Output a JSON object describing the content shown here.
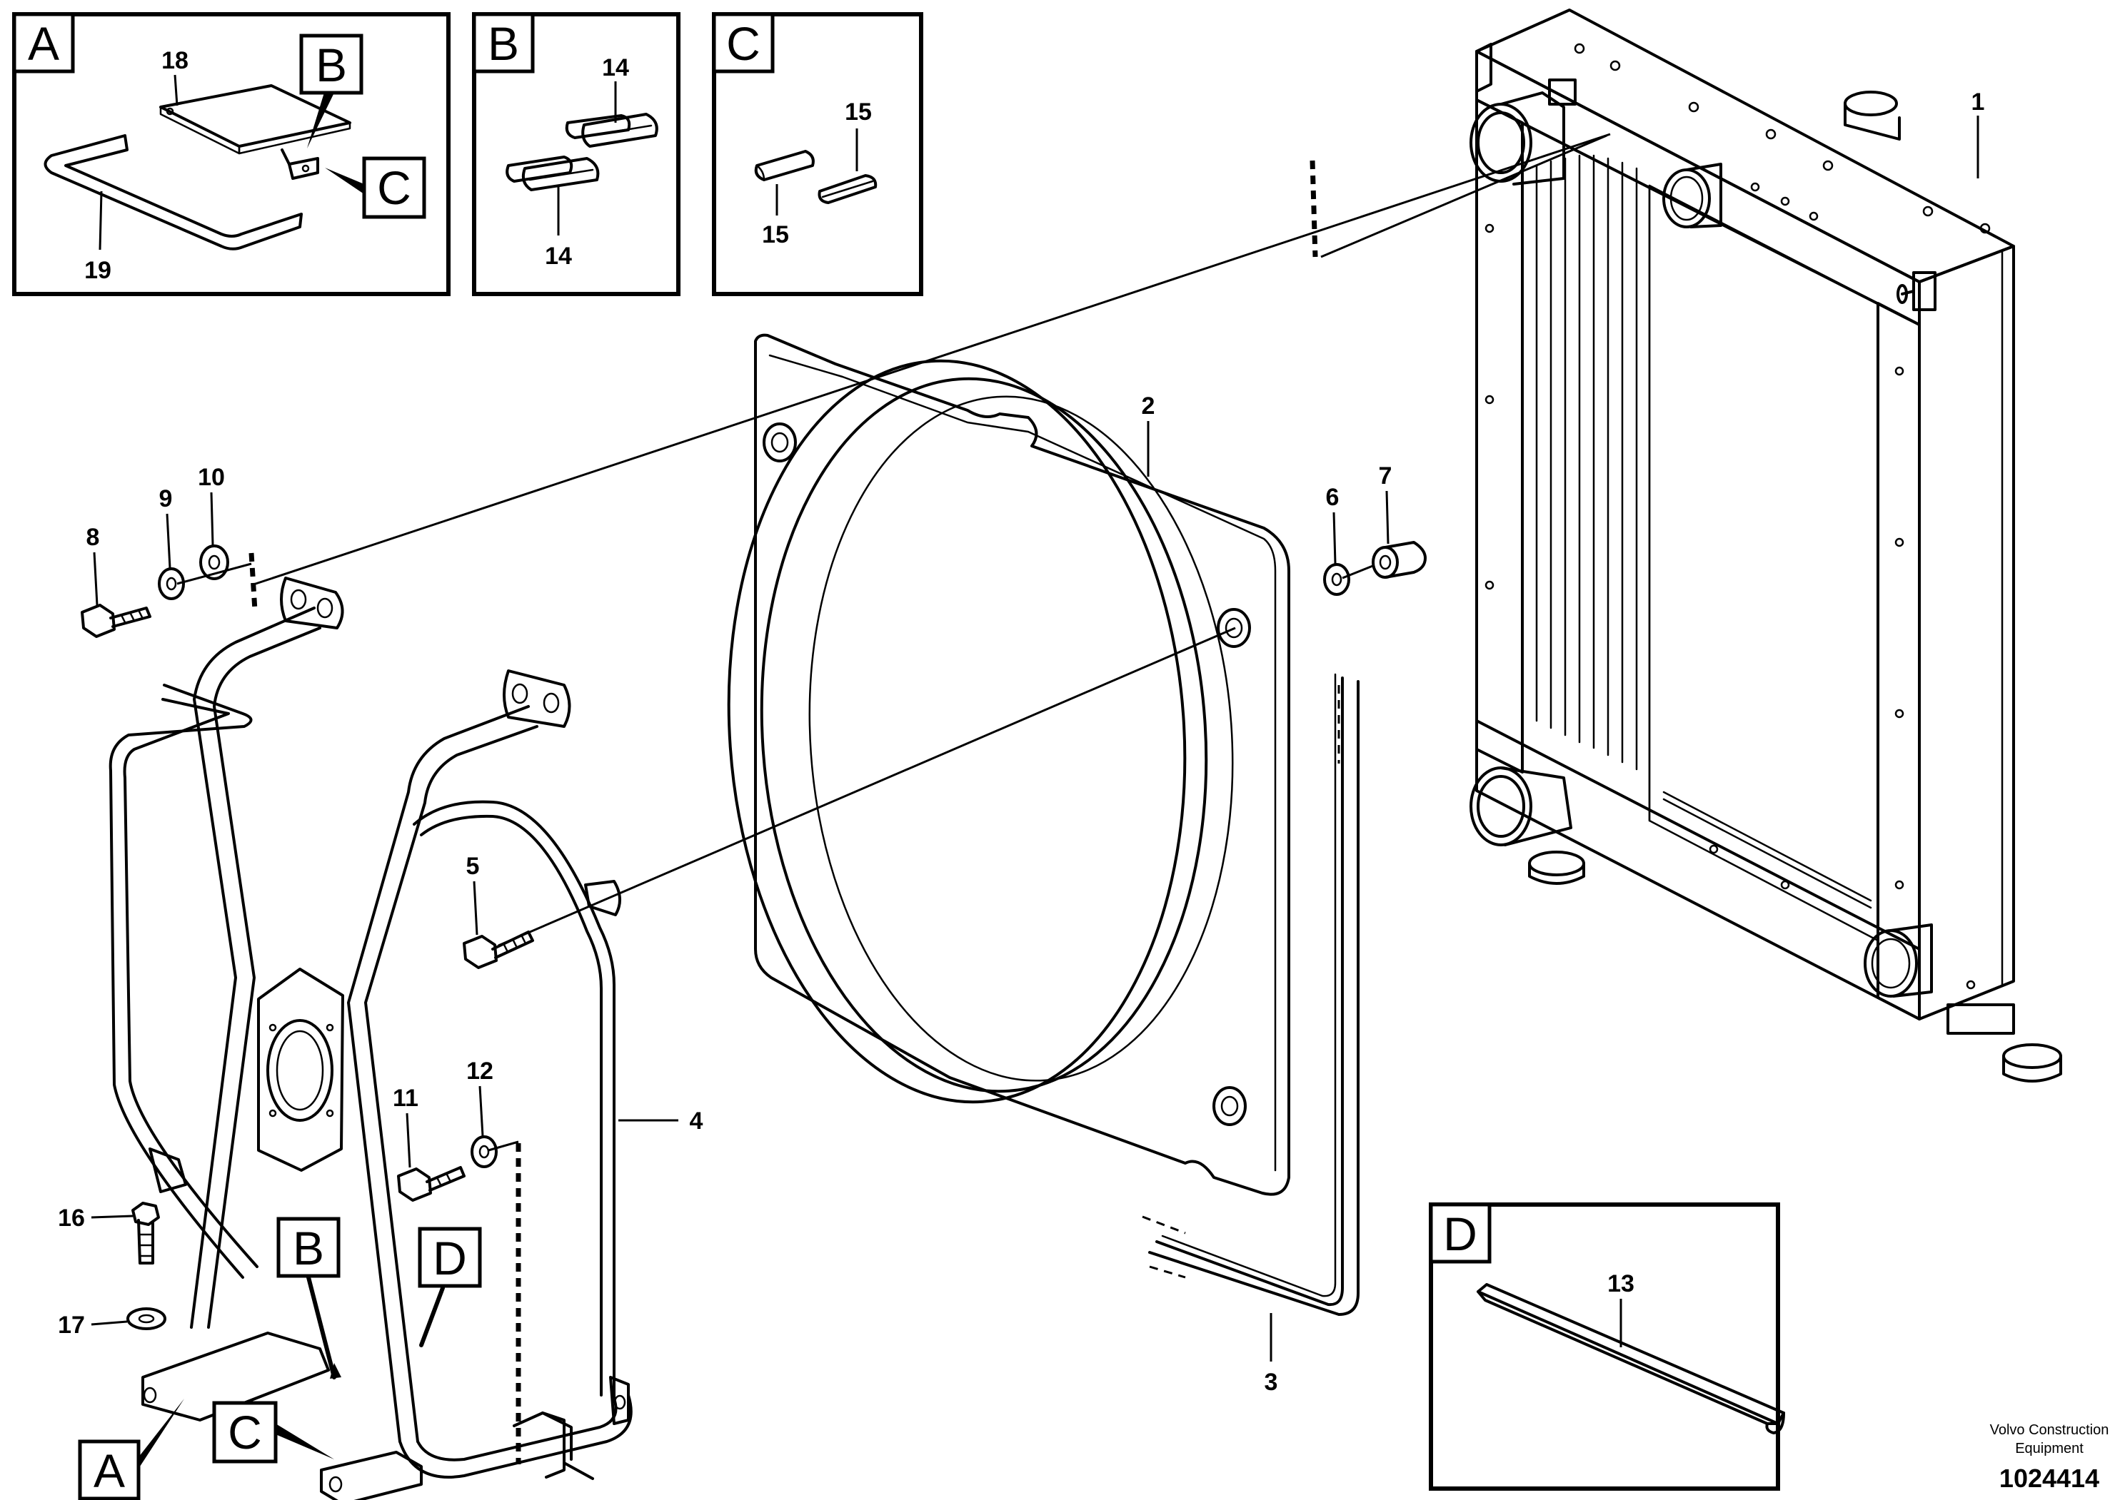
{
  "detail_views": [
    {
      "id": "detail-a",
      "label": "A",
      "parts": [
        "18",
        "19"
      ],
      "callouts": [
        "B",
        "C"
      ]
    },
    {
      "id": "detail-b",
      "label": "B",
      "parts": [
        "14",
        "14"
      ]
    },
    {
      "id": "detail-c",
      "label": "C",
      "parts": [
        "15",
        "15"
      ]
    },
    {
      "id": "detail-d",
      "label": "D",
      "parts": [
        "13"
      ]
    }
  ],
  "part_numbers": {
    "p1": "1",
    "p2": "2",
    "p3": "3",
    "p4": "4",
    "p5": "5",
    "p6": "6",
    "p7": "7",
    "p8": "8",
    "p9": "9",
    "p10": "10",
    "p11": "11",
    "p12": "12",
    "p13": "13",
    "p14a": "14",
    "p14b": "14",
    "p15a": "15",
    "p15b": "15",
    "p16": "16",
    "p17": "17",
    "p18": "18",
    "p19": "19"
  },
  "callout_labels": {
    "a_b": "B",
    "a_c": "C",
    "main_b": "B",
    "main_d": "D",
    "main_a": "A",
    "main_c": "C"
  },
  "footer": {
    "brand_line1": "Volvo Construction",
    "brand_line2": "Equipment",
    "document_number": "1024414"
  }
}
